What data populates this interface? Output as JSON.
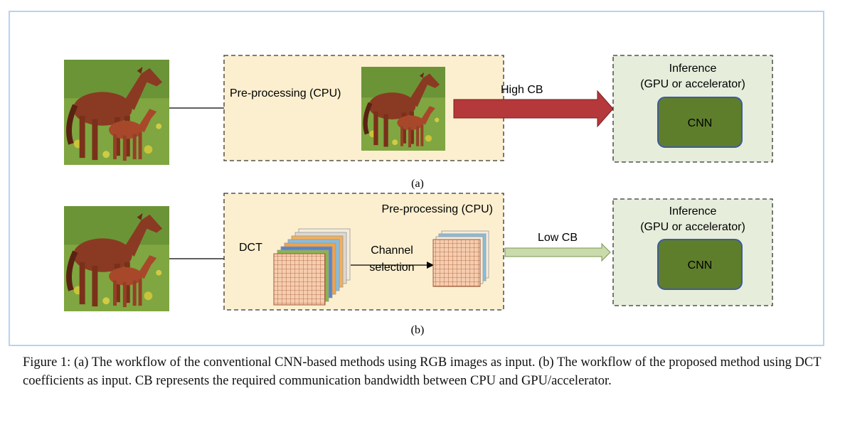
{
  "panel_a": {
    "preprocess_label": "Pre-processing (CPU)",
    "arrow_label": "High CB",
    "inference_title_line1": "Inference",
    "inference_title_line2": "(GPU or accelerator)",
    "cnn_label": "CNN",
    "sublabel": "(a)"
  },
  "panel_b": {
    "preprocess_label": "Pre-processing (CPU)",
    "dct_label": "DCT",
    "channel_label_line1": "Channel",
    "channel_label_line2": "selection",
    "arrow_label": "Low CB",
    "inference_title_line1": "Inference",
    "inference_title_line2": "(GPU or accelerator)",
    "cnn_label": "CNN",
    "sublabel": "(b)"
  },
  "colors": {
    "preprocess_fill": "#fcefcf",
    "inference_fill": "#e6eedb",
    "cnn_fill": "#5e7e2c",
    "high_cb_arrow": "#b5383a",
    "low_cb_arrow": "#c9dbaa",
    "grid_fill": "#f6cdae",
    "grid_line": "#a05a3a"
  },
  "caption": "Figure 1: (a) The workflow of the conventional CNN-based methods using RGB images as input. (b) The workflow of the proposed method using DCT coefficients as input. CB represents the required communication bandwidth between CPU and GPU/accelerator."
}
